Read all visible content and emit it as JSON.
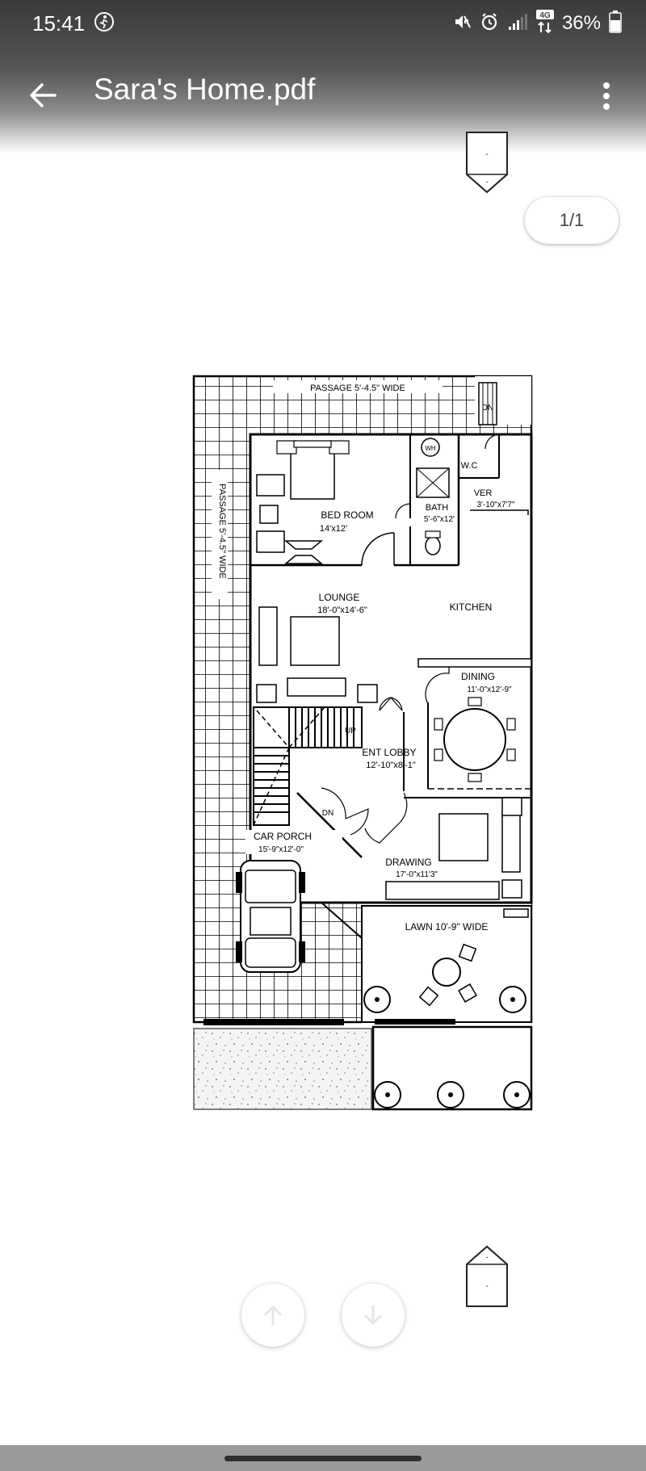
{
  "status_bar": {
    "time": "15:41",
    "battery_percent": "36%",
    "network": "4G"
  },
  "app_bar": {
    "title": "Sara's Home.pdf"
  },
  "page_indicator": "1/1",
  "floor_plan": {
    "passage_top": "PASSAGE 5'-4.5\" WIDE",
    "passage_side": "PASSAGE 5'-4.5\" WIDE",
    "dn_top": "DN",
    "wh": "WH",
    "wc": "W.C",
    "bath_name": "BATH",
    "bath_size": "5'-6\"x12'",
    "ver_name": "VER",
    "ver_size": "3'-10\"x7'7\"",
    "bedroom_name": "BED ROOM",
    "bedroom_size": "14'x12'",
    "lounge_name": "LOUNGE",
    "lounge_size": "18'-0\"x14'-6\"",
    "kitchen_name": "KITCHEN",
    "dining_name": "DINING",
    "dining_size": "11'-0\"x12'-9\"",
    "up": "UP",
    "lobby_name": "ENT LOBBY",
    "lobby_size": "12'-10\"x8'-1\"",
    "dn_porch": "DN",
    "porch_name": "CAR PORCH",
    "porch_size": "15'-9\"x12'-0\"",
    "drawing_name": "DRAWING",
    "drawing_size": "17'-0\"x11'3\"",
    "lawn": "LAWN 10'-9\" WIDE"
  }
}
